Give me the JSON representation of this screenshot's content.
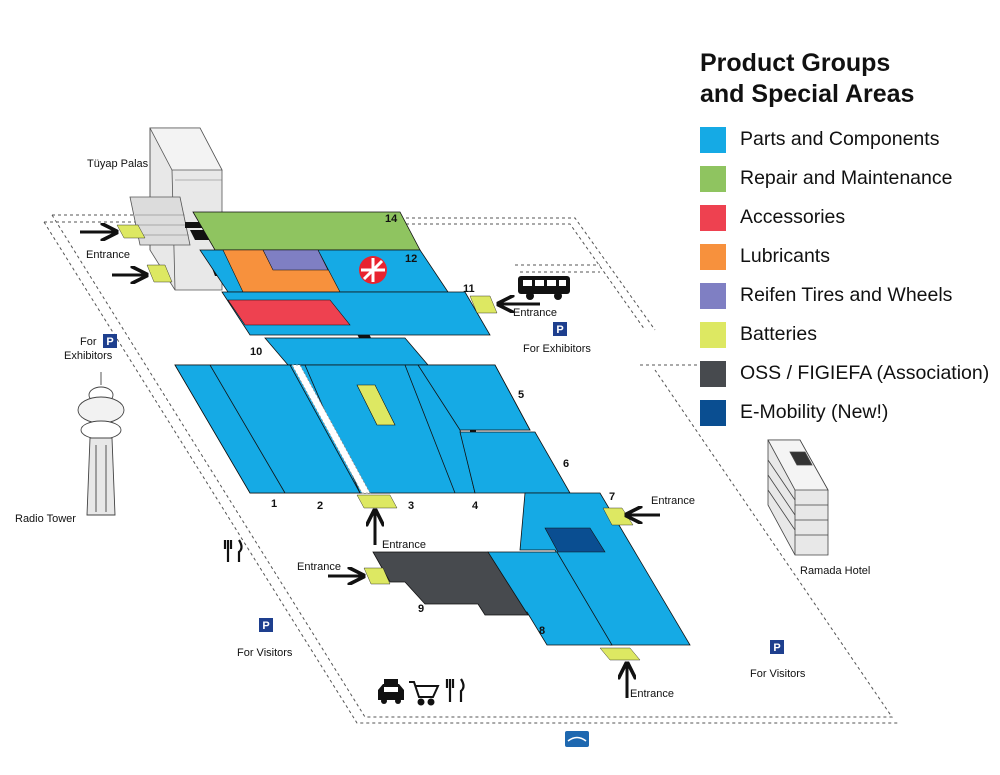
{
  "legend": {
    "title_line1": "Product Groups",
    "title_line2": "and Special Areas",
    "items": [
      {
        "label": "Parts and Components",
        "color": "#15aae5",
        "icon": "swatch-parts"
      },
      {
        "label": "Repair and Maintenance",
        "color": "#8fc460",
        "icon": "swatch-repair"
      },
      {
        "label": "Accessories",
        "color": "#ee4150",
        "icon": "swatch-accessories"
      },
      {
        "label": "Lubricants",
        "color": "#f7913d",
        "icon": "swatch-lubricants"
      },
      {
        "label": "Reifen Tires and Wheels",
        "color": "#7f7fc3",
        "icon": "swatch-tires"
      },
      {
        "label": "Batteries",
        "color": "#dde862",
        "icon": "swatch-batteries"
      },
      {
        "label": "OSS / FIGIEFA (Association)",
        "color": "#474a4e",
        "icon": "swatch-oss"
      },
      {
        "label": "E-Mobility (New!)",
        "color": "#0a4e91",
        "icon": "swatch-emobility"
      }
    ]
  },
  "halls": {
    "h1": "1",
    "h2": "2",
    "h3": "3",
    "h4": "4",
    "h5": "5",
    "h6": "6",
    "h7": "7",
    "h8": "8",
    "h9": "9",
    "h10": "10",
    "h11": "11",
    "h12": "12",
    "h14": "14"
  },
  "places": {
    "tuyap_palas": "Tüyap Palas",
    "radio_tower": "Radio Tower",
    "ramada_hotel": "Ramada Hotel",
    "entrance": "Entrance",
    "for_exhibitors_line1": "For",
    "for_exhibitors_line2": "Exhibitors",
    "for_exhibitors": "For Exhibitors",
    "for_visitors": "For Visitors",
    "parking_symbol": "P"
  },
  "icons": [
    "bus-icon",
    "taxi-icon",
    "shopping-cart-icon",
    "restaurant-icon",
    "metrobus-icon",
    "parking-icon"
  ]
}
